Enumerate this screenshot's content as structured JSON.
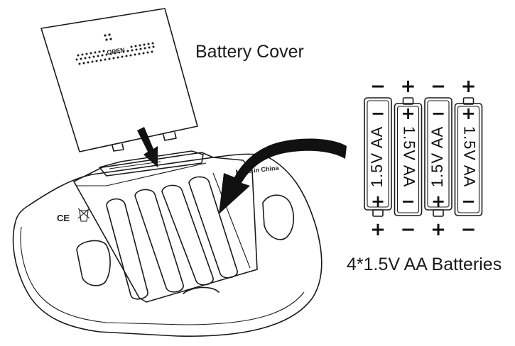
{
  "labels": {
    "battery_cover": "Battery Cover",
    "batteries": "4*1.5V AA Batteries",
    "cover_open": "OPEN",
    "made_in": "Made in China",
    "ce_mark": "CE"
  },
  "batteries": [
    {
      "text": "1.5V  AA",
      "orientation": "minus-top",
      "top_sign": "−",
      "bottom_sign": "+"
    },
    {
      "text": "1.5V  AA",
      "orientation": "plus-top",
      "top_sign": "+",
      "bottom_sign": "−"
    },
    {
      "text": "1.5V  AA",
      "orientation": "minus-top",
      "top_sign": "−",
      "bottom_sign": "+"
    },
    {
      "text": "1.5V  AA",
      "orientation": "plus-top",
      "top_sign": "+",
      "bottom_sign": "−"
    }
  ],
  "colors": {
    "line": "#1a1a1a",
    "background": "#ffffff",
    "arrow": "#111111"
  }
}
